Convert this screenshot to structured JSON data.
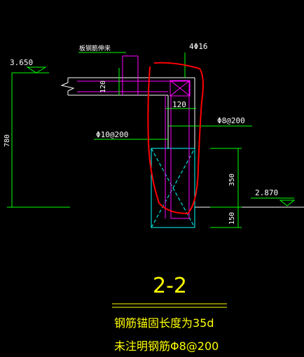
{
  "drawing": {
    "section_title": "2-2",
    "notes": [
      "钢筋锚固长度为35d",
      "未注明钢筋Φ8@200"
    ],
    "elevations": {
      "top": "3.650",
      "right": "2.870"
    },
    "dimensions": {
      "total_height": "780",
      "slab_thickness": "120",
      "inner_thickness": "120",
      "lower_segment": "350",
      "bottom_segment": "150"
    },
    "rebar_labels": {
      "top_bars": "4Φ16",
      "stirrup_right": "Φ8@200",
      "stirrup_left": "Φ10@200",
      "slab_callout": "板钢筋伸来"
    },
    "colors": {
      "background": "#000000",
      "lines": "#00ff00",
      "rebar": "#ff00ff",
      "concrete": "#00ffff",
      "title": "#ffff00",
      "markup": "#ff0000"
    }
  }
}
